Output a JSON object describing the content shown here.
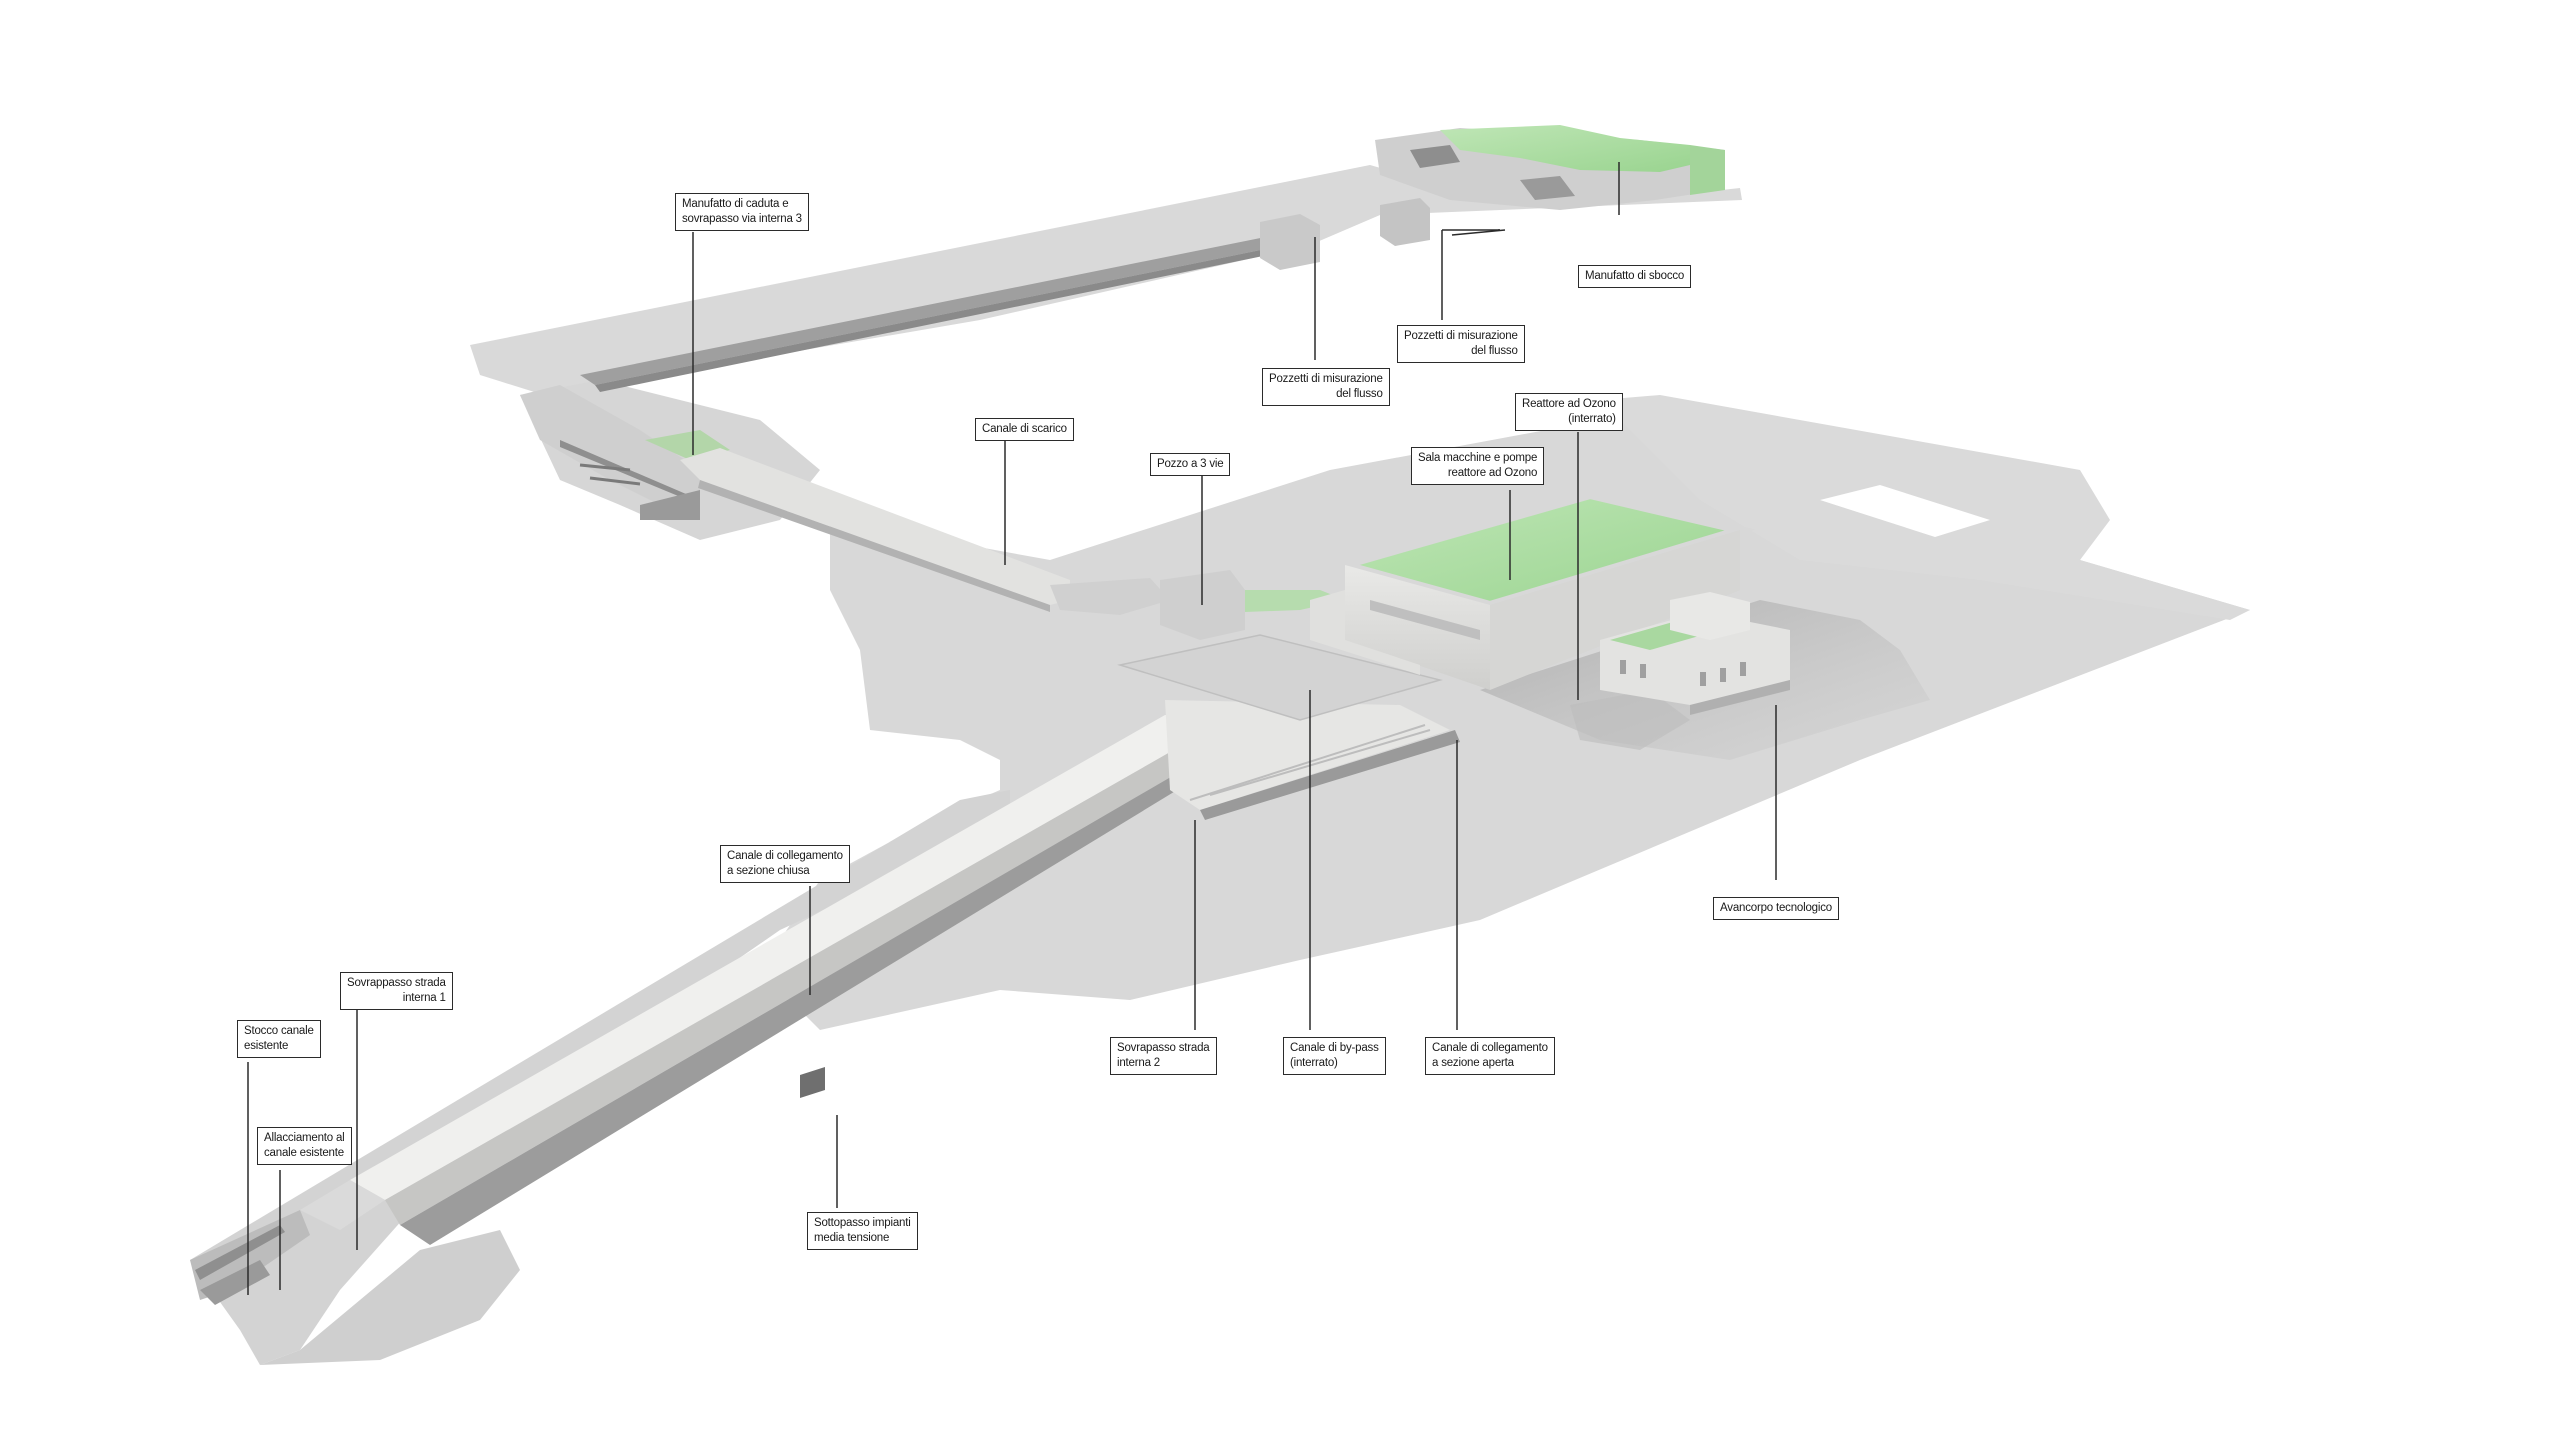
{
  "colors": {
    "background": "#ffffff",
    "ground": "#d6d6d6",
    "ground_shadow": "#c4c4c4",
    "structure": "#e4e4e2",
    "structure_dark": "#a9a9a9",
    "green_roof": "#a8dba0",
    "leader": "#2b2b2b"
  },
  "labels": {
    "manufatto_caduta": [
      "Manufatto di caduta e",
      "sovrapasso via interna 3"
    ],
    "manufatto_sbocco": [
      "Manufatto di sbocco"
    ],
    "pozzetti_1": [
      "Pozzetti di misurazione",
      "del flusso"
    ],
    "pozzetti_2": [
      "Pozzetti di misurazione",
      "del flusso"
    ],
    "canale_scarico": [
      "Canale di scarico"
    ],
    "pozzo_3vie": [
      "Pozzo a 3 vie"
    ],
    "reattore_ozono": [
      "Reattore ad Ozono",
      "(interrato)"
    ],
    "sala_macchine": [
      "Sala macchine e pompe",
      "reattore ad Ozono"
    ],
    "avancorpo": [
      "Avancorpo tecnologico"
    ],
    "canale_chiusa": [
      "Canale di collegamento",
      "a sezione chiusa"
    ],
    "sovrappasso_1": [
      "Sovrappasso strada",
      "interna 1"
    ],
    "stocco": [
      "Stocco canale",
      "esistente"
    ],
    "allacciamento": [
      "Allacciamento al",
      "canale esistente"
    ],
    "sovrapasso_2": [
      "Sovrapasso strada",
      "interna 2"
    ],
    "bypass": [
      "Canale di by-pass",
      "(interrato)"
    ],
    "canale_aperta": [
      "Canale di collegamento",
      "a sezione aperta"
    ],
    "sottopasso": [
      "Sottopasso impianti",
      "media tensione"
    ]
  }
}
